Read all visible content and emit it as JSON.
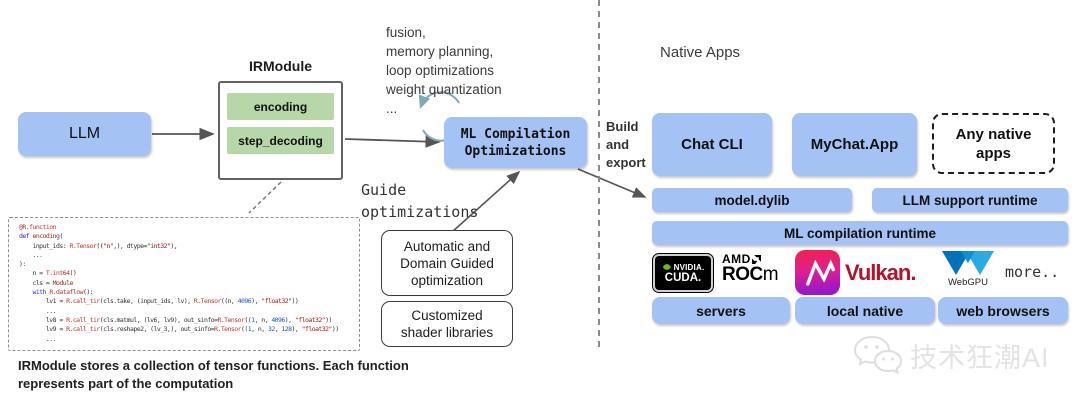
{
  "colors": {
    "box_blue": "#a4c2f4",
    "box_green": "#b6d7a8",
    "cycle_icon": "#7fa8b8",
    "arrow": "#555555",
    "nvidia_green": "#76b900",
    "vulkan_red": "#b5122b",
    "webgpu_dark": "#0072bc",
    "webgpu_light": "#29abe2"
  },
  "left": {
    "llm_label": "LLM",
    "irmodule": {
      "title": "IRModule",
      "functions": [
        "encoding",
        "step_decoding"
      ]
    },
    "code_lines": [
      "@R.function",
      "def encoding(",
      "    input_ids: R.Tensor((\"n\",), dtype=\"int32\"),",
      "    ...",
      "):",
      "    n = T.int64()",
      "    cls = Module",
      "    with R.dataflow():",
      "        lv1 = R.call_tir(cls.take, (input_ids, lv), R.Tensor((n, 4096), \"float32\"))",
      "        ...",
      "        lv8 = R.call_tir(cls.matmul, (lv6, lv9), out_sinfo=R.Tensor((1, n, 4096), \"float32\"))",
      "        lv9 = R.call_tir(cls.reshape2, (lv_3,), out_sinfo=R.Tensor((1, n, 32, 128), \"float32\"))",
      "        ..."
    ],
    "caption": "IRModule stores a collection of tensor functions. Each function represents part of the computation"
  },
  "middle": {
    "optimization_notes": "fusion,\nmemory planning,\nloop optimizations\nweight quantization\n...",
    "ml_box_label": "ML Compilation\nOptimizations",
    "guide_label": "Guide\noptimizations",
    "automatic_box_label": "Automatic and Domain Guided optimization",
    "shader_box_label": "Customized shader libraries",
    "build_export_label": "Build\nand\nexport"
  },
  "right": {
    "title": "Native Apps",
    "apps": [
      "Chat CLI",
      "MyChat.App"
    ],
    "any_native_label": "Any native apps",
    "runtime_row": [
      "model.dylib",
      "LLM support runtime"
    ],
    "ml_runtime_label": "ML compilation runtime",
    "backends": {
      "nvidia_line1": "NVIDIA.",
      "nvidia_line2": "CUDA.",
      "amd_line1": "AMD",
      "amd_line2_bold": "ROC",
      "amd_line2_light": "m",
      "vulkan": "Vulkan.",
      "webgpu": "WebGPU",
      "more": "more.."
    },
    "targets": [
      "servers",
      "local native",
      "web browsers"
    ]
  },
  "watermark_text": "技术狂潮AI"
}
